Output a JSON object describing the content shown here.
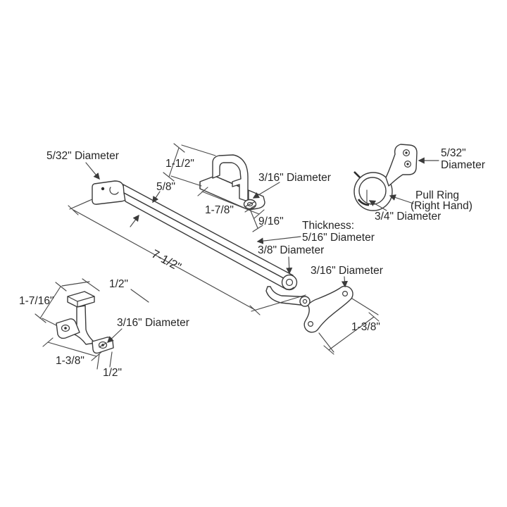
{
  "page": {
    "background": "#ffffff",
    "line_color": "#3b3b3b",
    "text_color": "#262626"
  },
  "diagram": {
    "labels": {
      "arm_end_hole": "5/32\" Diameter",
      "clamp_height": "1-1/2\"",
      "clamp_hole": "3/16\" Diameter",
      "arm_width": "5/8\"",
      "clamp_base_width": "1-7/8\"",
      "clamp_base_depth": "9/16\"",
      "arm_length": "7-1/2\"",
      "ring_tab_hole_l1": "5/32\"",
      "ring_tab_hole_l2": "Diameter",
      "pull_ring_l1": "Pull Ring",
      "pull_ring_l2": "(Right Hand)",
      "ring_diameter": "3/4\" Diameter",
      "thickness_l1": "Thickness:",
      "thickness_l2": "5/16\" Diameter",
      "pivot_diameter": "3/8\" Diameter",
      "link_hole": "3/16\" Diameter",
      "link_hole_spacing": "1-3/8\"",
      "keeper_tab_width": "1/2\"",
      "keeper_height": "1-7/16\"",
      "keeper_hole": "3/16\" Diameter",
      "keeper_base_width": "1-3/8\"",
      "keeper_foot_width": "1/2\""
    }
  }
}
